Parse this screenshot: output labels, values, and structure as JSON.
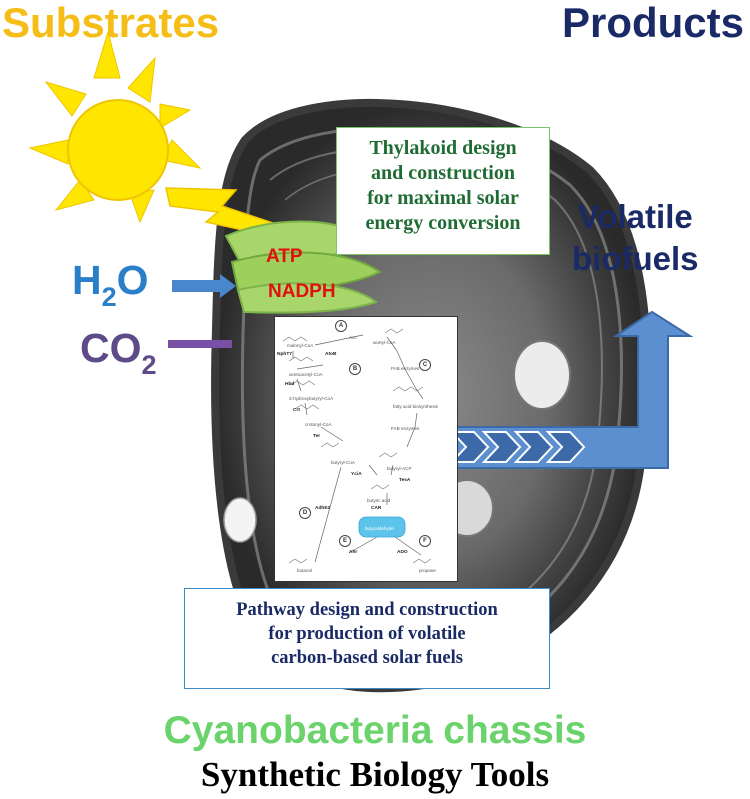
{
  "headers": {
    "substrates": "Substrates",
    "products": "Products"
  },
  "thylakoid_box": {
    "lines": [
      "Thylakoid design",
      "and construction",
      "for maximal solar",
      "energy conversion"
    ]
  },
  "products_label": {
    "lines": [
      "Volatile",
      "biofuels"
    ]
  },
  "inputs": {
    "h2o": {
      "main": "H",
      "sub": "2",
      "tail": "O"
    },
    "co2": {
      "main": "CO",
      "sub": "2"
    }
  },
  "energy": {
    "atp": "ATP",
    "nadph": "NADPH"
  },
  "pathway_box": {
    "lines": [
      "Pathway design and construction",
      "for production of volatile",
      "carbon-based solar fuels"
    ]
  },
  "footer": {
    "chassis": "Cyanobacteria chassis",
    "tools": "Synthetic Biology Tools"
  },
  "pathway_diagram": {
    "circles": [
      "A",
      "B",
      "C",
      "D",
      "E",
      "F"
    ],
    "compounds": [
      "malonyl-CoA",
      "acetyl-CoA",
      "acetoacetyl-CoA",
      "3-hydroxybutyryl-CoA",
      "fatty acid biosynthesis",
      "crotonyl-CoA",
      "butyryl-CoA",
      "butyryl-ACP",
      "butyric acid",
      "butyraldehyde",
      "butanol",
      "propane"
    ],
    "enzymes": [
      "Acc",
      "NphT7",
      "AtoB",
      "Hbd",
      "FAB enzymes",
      "FAB enzymes",
      "Crt",
      "Ter",
      "YciA",
      "TesA",
      "CAR",
      "AdhE2",
      "Ahr",
      "ADO"
    ]
  },
  "colors": {
    "substrates": "#f6bd16",
    "products": "#1a2a66",
    "h2o": "#2b7fc9",
    "co2": "#5d4a87",
    "atp": "#e01010",
    "chassis": "#6bd36b",
    "arrow": "#5b8fcf"
  }
}
